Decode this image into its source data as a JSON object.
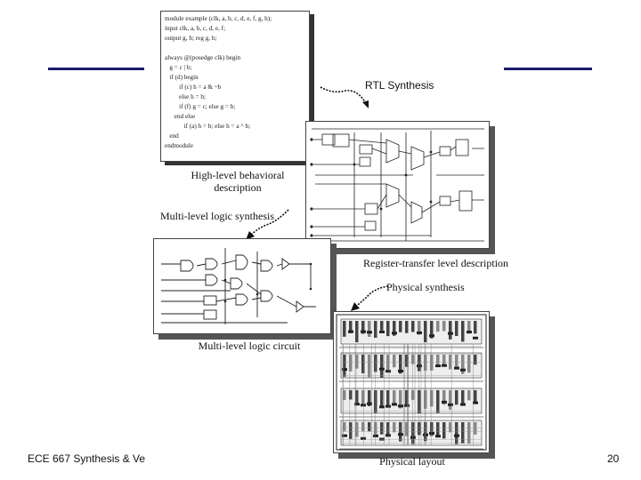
{
  "slide": {
    "footer_left": "ECE 667 Synthesis & Ve",
    "page_number": "20"
  },
  "code_lines": [
    "module example (clk, a, b, c, d, e, f, g, h);",
    "input clk, a, b, c, d, e, f;",
    "output g, h; reg g, h;",
    "",
    "always @(posedge clk) begin",
    "   g = c | b;",
    "   if (d) begin",
    "         if (c) h = a & ~b",
    "         else h = b;",
    "         if (f) g = c; else g = b;",
    "      end else",
    "            if (a) h = b; else h = a ^ b;",
    "   end",
    "endmodule"
  ],
  "captions": {
    "behavioral": "High-level behavioral\ndescription",
    "rtl_synthesis": "RTL Synthesis",
    "multilevel_synthesis": "Multi-level logic synthesis",
    "rtl_description": "Register-transfer level description",
    "physical_synthesis": "Physical synthesis",
    "logic_circuit": "Multi-level logic circuit",
    "physical_layout": "Physical layout"
  }
}
